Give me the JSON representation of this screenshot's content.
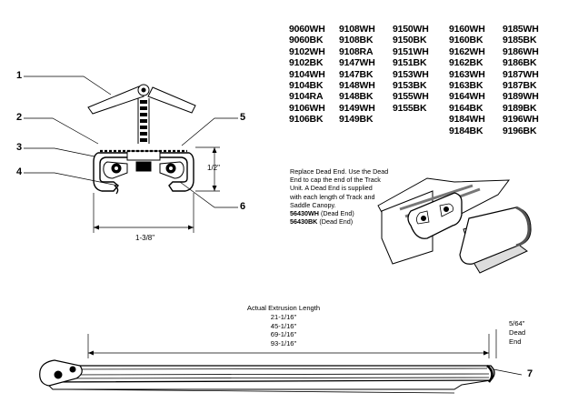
{
  "part_numbers": {
    "col1": [
      "9060WH",
      "9060BK",
      "9102WH",
      "9102BK",
      "9104WH",
      "9104BK",
      "9104RA",
      "9106WH",
      "9106BK"
    ],
    "col2": [
      "9108WH",
      "9108BK",
      "9108RA",
      "9147WH",
      "9147BK",
      "9148WH",
      "9148BK",
      "9149WH",
      "9149BK"
    ],
    "col3": [
      "9150WH",
      "9150BK",
      "9151WH",
      "9151BK",
      "9153WH",
      "9153BK",
      "9155WH",
      "9155BK"
    ],
    "col4": [
      "9160WH",
      "9160BK",
      "9162WH",
      "9162BK",
      "9163WH",
      "9163BK",
      "9164WH",
      "9164BK",
      "9184WH",
      "9184BK"
    ],
    "col5": [
      "9185WH",
      "9185BK",
      "9186WH",
      "9186BK",
      "9187WH",
      "9187BK",
      "9189WH",
      "9189BK",
      "9196WH",
      "9196BK"
    ]
  },
  "callouts": {
    "c1": "1",
    "c2": "2",
    "c3": "3",
    "c4": "4",
    "c5": "5",
    "c6": "6",
    "c7": "7"
  },
  "dimensions": {
    "height": "1/2\"",
    "width": "1-3/8\""
  },
  "dead_end_note": {
    "lines": [
      "Replace Dead End. Use the Dead",
      "End to cap the end of the Track",
      "Unit. A Dead End is supplied",
      "with each length of Track and",
      "Saddle Canopy."
    ],
    "part1_code": "56430WH",
    "part1_label": " (Dead End)",
    "part2_code": "56430BK",
    "part2_label": " (Dead End)"
  },
  "extrusion": {
    "title": "Actual Extrusion Length",
    "lengths": [
      "21-1/16\"",
      "45-1/16\"",
      "69-1/16\"",
      "93-1/16\""
    ]
  },
  "dead_end_dim": {
    "lines": [
      "5/64\"",
      "Dead",
      "End"
    ]
  }
}
